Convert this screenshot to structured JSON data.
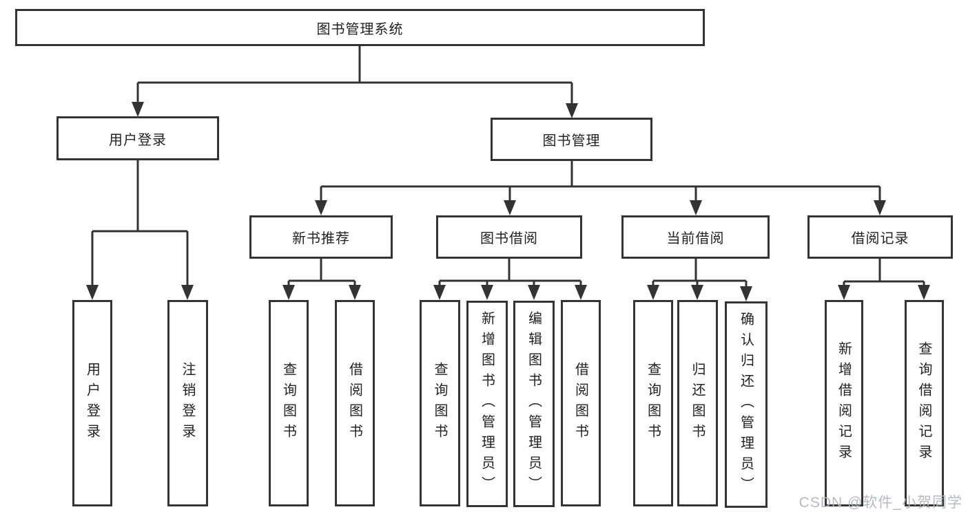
{
  "watermark": "CSDN @软件_小贺同学",
  "colors": {
    "line": "#333333",
    "box_border": "#333333",
    "text": "#222222",
    "watermark": "#b2b7be",
    "background": "#ffffff"
  },
  "tree": {
    "root": {
      "label": "图书管理系统"
    },
    "branches": [
      {
        "label": "用户登录",
        "children": [
          {
            "label": "用户登录"
          },
          {
            "label": "注销登录"
          }
        ]
      },
      {
        "label": "图书管理",
        "children": [
          {
            "label": "新书推荐",
            "children": [
              {
                "label": "查询图书"
              },
              {
                "label": "借阅图书"
              }
            ]
          },
          {
            "label": "图书借阅",
            "children": [
              {
                "label": "查询图书"
              },
              {
                "label": "新增图书（管理员）"
              },
              {
                "label": "编辑图书（管理员）"
              },
              {
                "label": "借阅图书"
              }
            ]
          },
          {
            "label": "当前借阅",
            "children": [
              {
                "label": "查询图书"
              },
              {
                "label": "归还图书"
              },
              {
                "label": "确认归还（管理员）"
              }
            ]
          },
          {
            "label": "借阅记录",
            "children": [
              {
                "label": "新增借阅记录"
              },
              {
                "label": "查询借阅记录"
              }
            ]
          }
        ]
      }
    ]
  }
}
